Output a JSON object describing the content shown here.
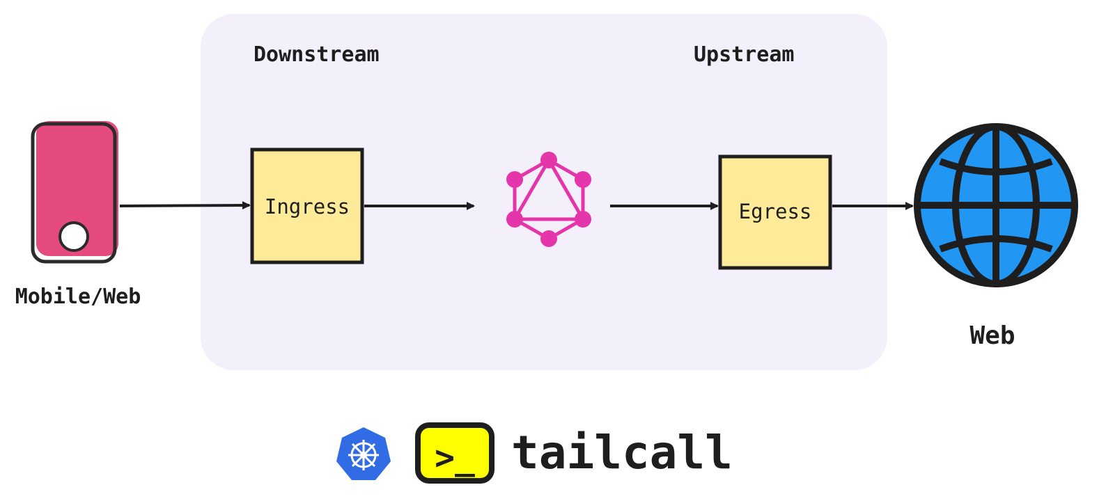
{
  "region": {
    "fill": "#f3f0fb",
    "downstream_label": "Downstream",
    "upstream_label": "Upstream"
  },
  "nodes": {
    "client": {
      "label": "Mobile/Web",
      "icon": "mobile-phone-icon",
      "color": "#e64b80"
    },
    "ingress": {
      "label": "Ingress",
      "color": "#fdeb9a"
    },
    "graphql": {
      "icon": "graphql-icon",
      "color": "#e535ab"
    },
    "egress": {
      "label": "Egress",
      "color": "#fdeb9a"
    },
    "web": {
      "label": "Web",
      "icon": "globe-icon",
      "color": "#2196f3"
    }
  },
  "edges": [
    {
      "from": "Mobile/Web",
      "to": "Ingress"
    },
    {
      "from": "Ingress",
      "to": "GraphQL"
    },
    {
      "from": "GraphQL",
      "to": "Egress"
    },
    {
      "from": "Egress",
      "to": "Web"
    }
  ],
  "footer": {
    "kubernetes_icon": "kubernetes-icon",
    "kubernetes_color": "#326ce5",
    "logo_prompt": ">_",
    "logo_color": "#ffff00",
    "brand_name": "tailcall"
  }
}
